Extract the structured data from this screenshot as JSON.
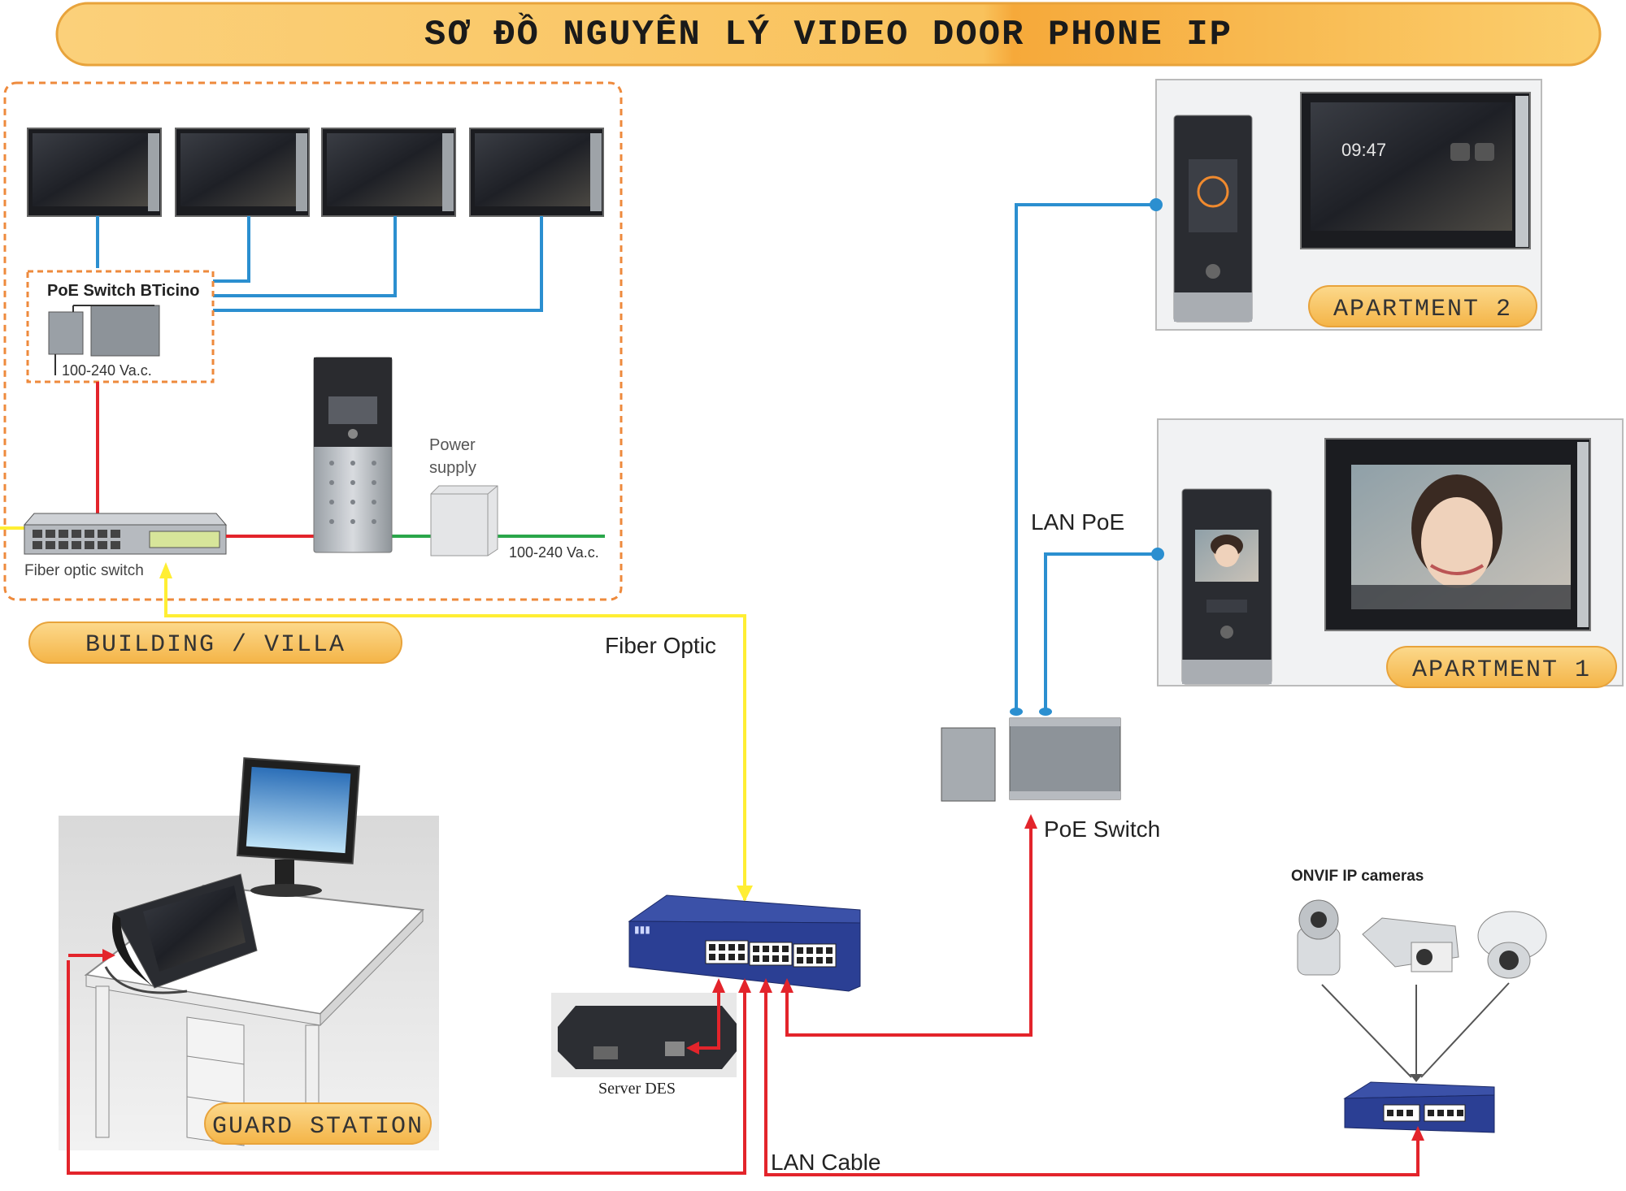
{
  "title": "SƠ ĐỒ NGUYÊN LÝ VIDEO DOOR PHONE IP",
  "zones": {
    "building": "BUILDING / VILLA",
    "apartment2": "APARTMENT 2",
    "apartment1": "APARTMENT 1",
    "guard": "GUARD STATION"
  },
  "devices": {
    "poe_switch_bticino": "PoE Switch BTicino",
    "poe_switch_voltage": "100-240 Va.c.",
    "power_supply_line1": "Power",
    "power_supply_line2": "supply",
    "power_supply_voltage": "100-240 Va.c.",
    "fiber_optic_switch": "Fiber optic switch",
    "poe_switch": "PoE Switch",
    "server_des": "Server DES",
    "onvif_cameras": "ONVIF IP cameras",
    "monitor_clock": "09:47"
  },
  "connections": {
    "fiber_optic": "Fiber Optic",
    "lan_poe": "LAN PoE",
    "lan_cable": "LAN Cable"
  },
  "colors": {
    "accent_orange": "#f9c25c",
    "banner_border": "#e8a33b",
    "poe_blue": "#2b8fd0",
    "lan_red": "#e3242b",
    "fiber_yellow": "#ffee33",
    "power_green": "#2aa64a",
    "switch_blue": "#2b3f94",
    "zone_dash": "#ee8a3c"
  }
}
